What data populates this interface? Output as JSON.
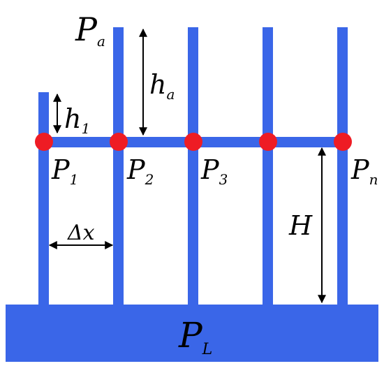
{
  "colors": {
    "tube": "#3a66e8",
    "node": "#ee1c24",
    "arrow": "#000000",
    "background": "#ffffff"
  },
  "labels": {
    "pa": {
      "base": "P",
      "sub": "a"
    },
    "ha": {
      "base": "h",
      "sub": "a"
    },
    "h1": {
      "base": "h",
      "sub": "1"
    },
    "p1": {
      "base": "P",
      "sub": "1"
    },
    "p2": {
      "base": "P",
      "sub": "2"
    },
    "p3": {
      "base": "P",
      "sub": "3"
    },
    "pn": {
      "base": "P",
      "sub": "n"
    },
    "H": "H",
    "dx": "Δx",
    "pl": {
      "base": "P",
      "sub": "L"
    }
  }
}
